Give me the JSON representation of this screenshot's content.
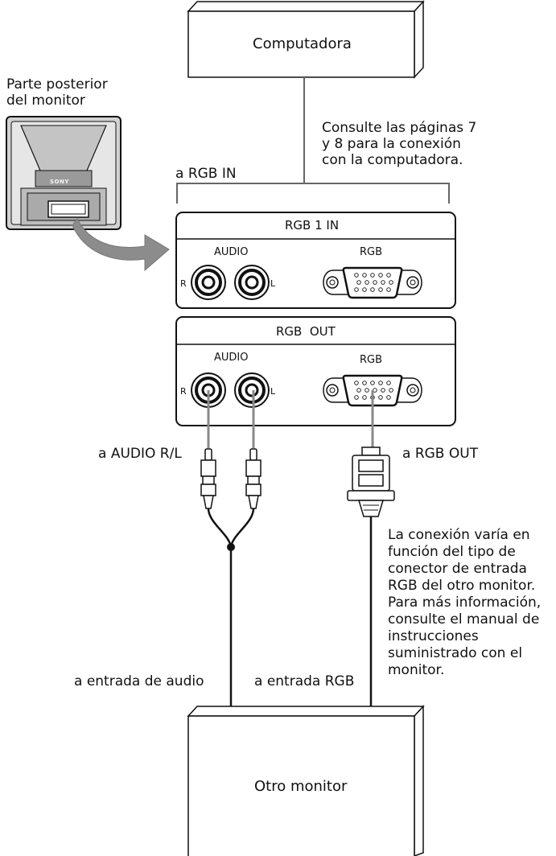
{
  "computer_box": {
    "label": "Computadora"
  },
  "monitor_back": {
    "caption": "Parte posterior\ndel monitor",
    "brand": "SONY"
  },
  "note_computer": "Consulte las páginas 7\ny 8 para la conexión\ncon la computadora.",
  "to_rgb_in": "a RGB IN",
  "rgb_in_panel": {
    "title": "RGB 1 IN",
    "audio_label": "AUDIO",
    "rgb_label": "RGB",
    "r": "R",
    "l": "L"
  },
  "rgb_out_panel": {
    "title": "RGB  OUT",
    "audio_label": "AUDIO",
    "rgb_label": "RGB",
    "r": "R",
    "l": "L"
  },
  "to_audio_rl": "a AUDIO R/L",
  "to_rgb_out": "a RGB OUT",
  "note_other_monitor": "La conexión varía en\nfunción del tipo de\nconector de entrada\nRGB del otro monitor.\nPara más información,\nconsulte el manual de\ninstrucciones\nsuministrado con el\nmonitor.",
  "to_audio_input": "a entrada de audio",
  "to_rgb_input": "a entrada RGB",
  "other_monitor_box": {
    "label": "Otro monitor"
  }
}
